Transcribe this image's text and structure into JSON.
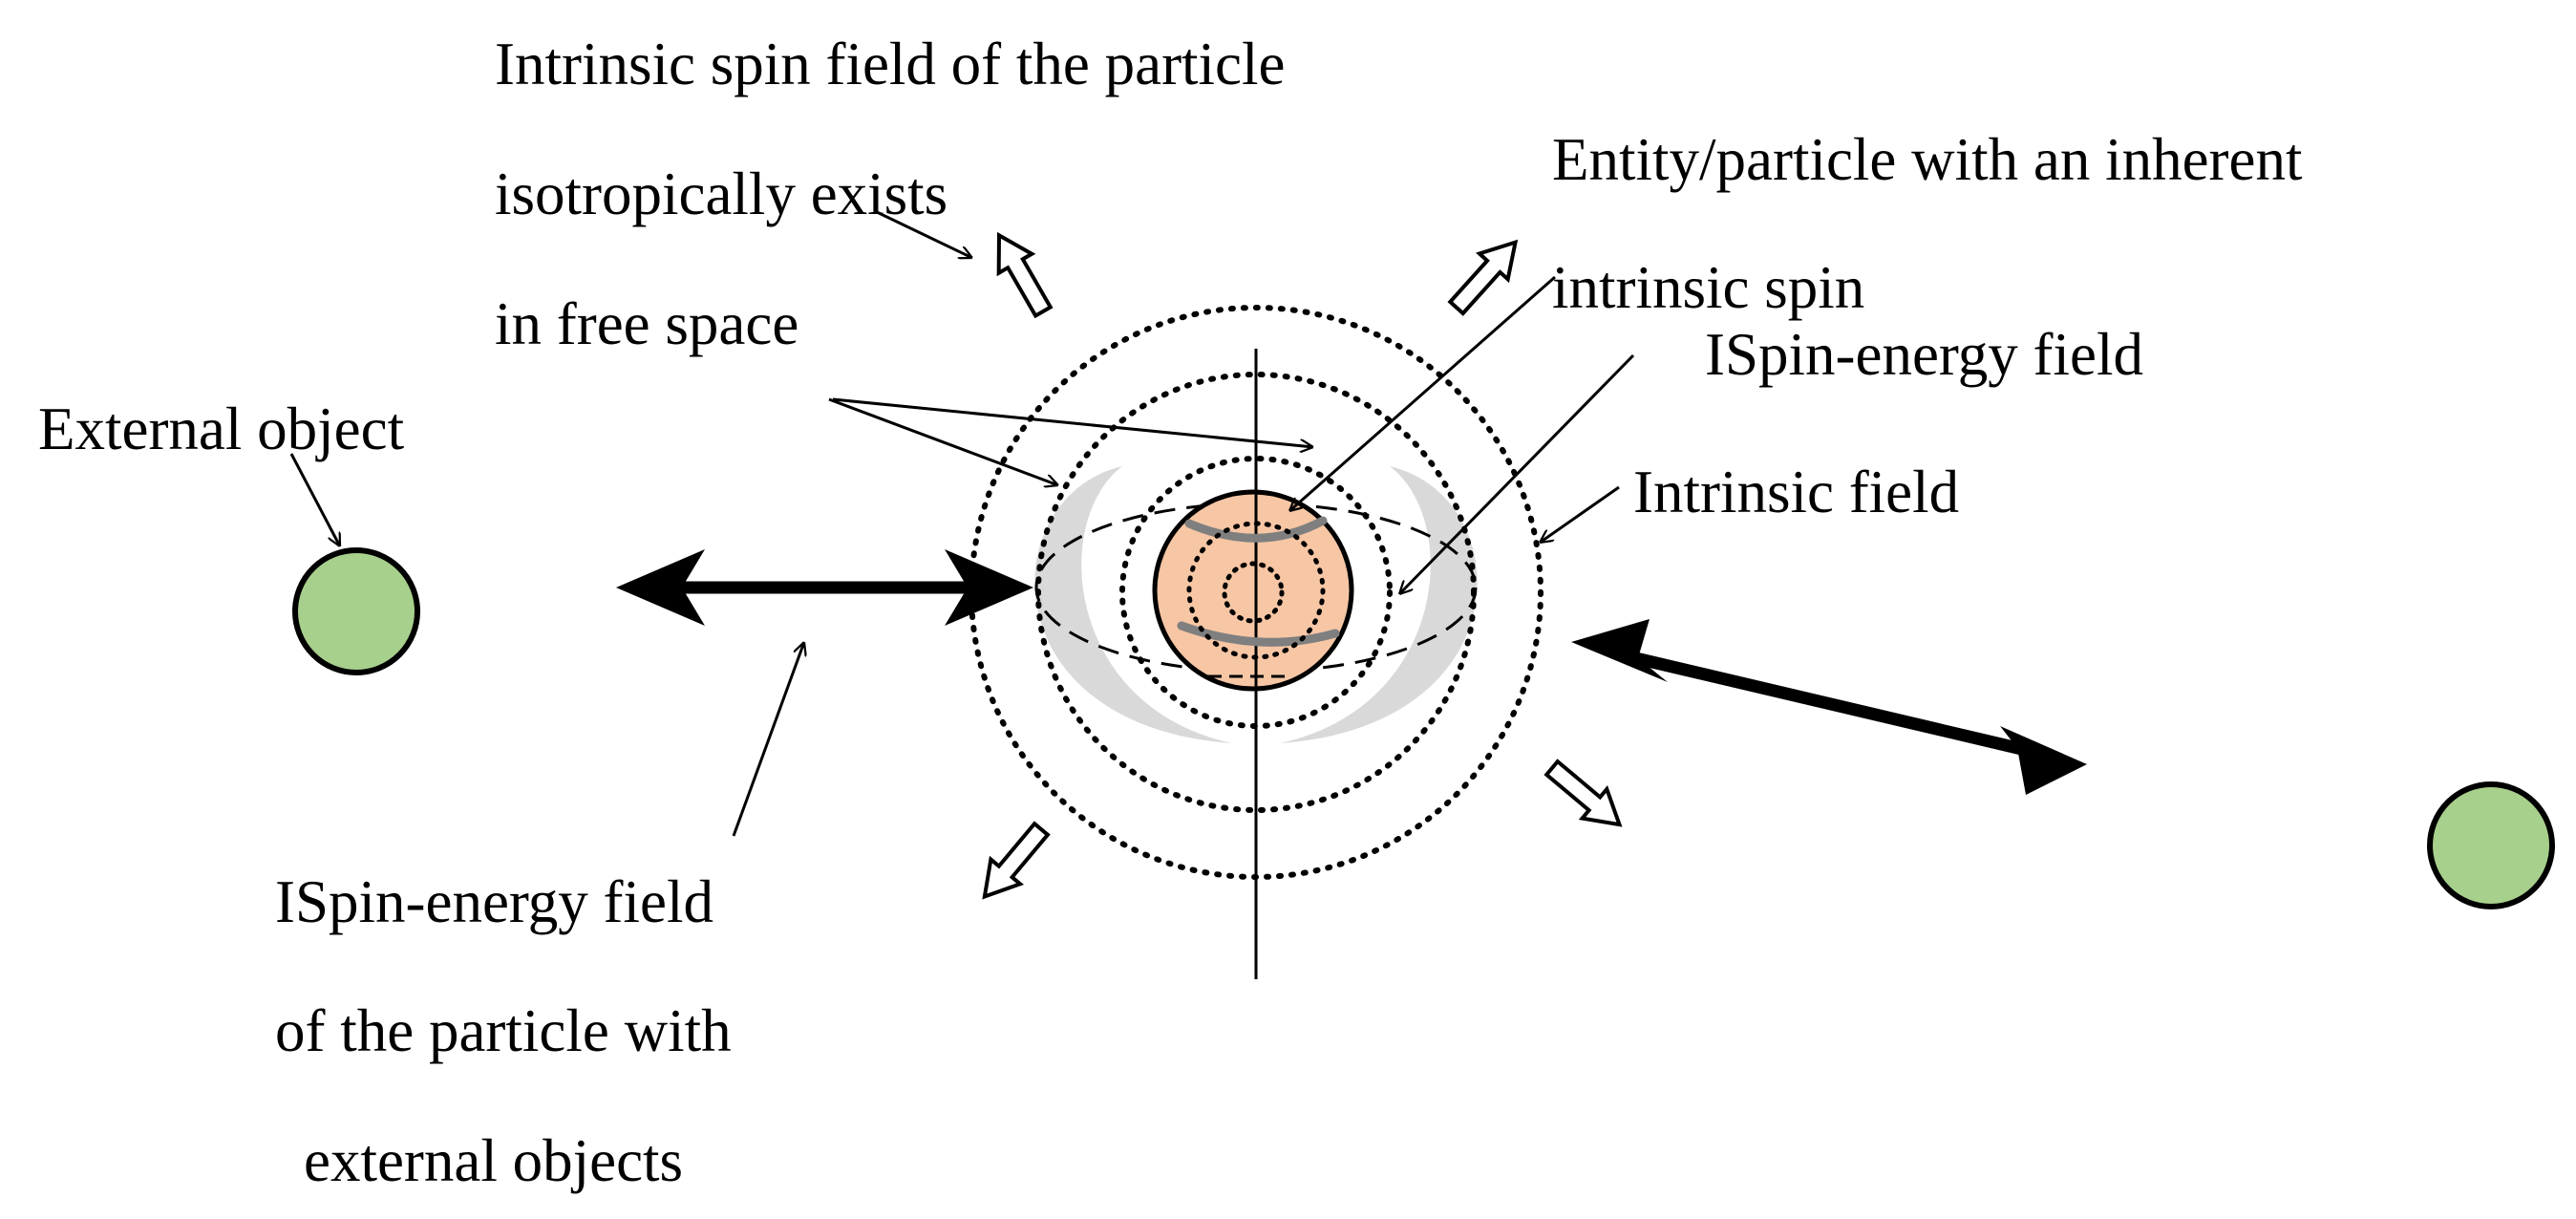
{
  "labels": {
    "intrinsic_spin_field": [
      "Intrinsic spin field of the particle",
      "isotropically exists",
      "in free space"
    ],
    "entity_particle": [
      "Entity/particle with an inherent",
      "intrinsic spin"
    ],
    "ispin_energy_field_right": "ISpin-energy field",
    "intrinsic_field": "Intrinsic field",
    "external_object": "External object",
    "ispin_energy_field_external": [
      "ISpin-energy field",
      "of the particle with",
      "external objects"
    ]
  },
  "colors": {
    "external_object_fill": "#a8d08d",
    "particle_fill": "#f6c6a5",
    "spin_field_fill": "#d9d9d9",
    "spin_band_stroke": "#7f7f7f",
    "line": "#000000"
  }
}
